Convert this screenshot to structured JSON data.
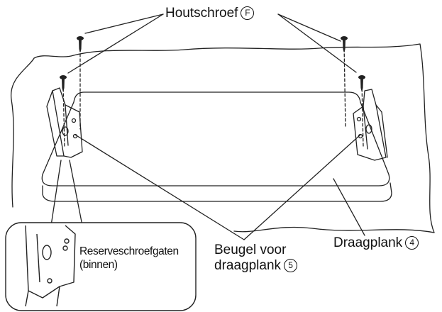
{
  "labels": {
    "screw": {
      "text": "Houtschroef",
      "marker": "F"
    },
    "bracket": {
      "line1": "Beugel voor",
      "line2": "draagplank",
      "marker": "5"
    },
    "shelf": {
      "text": "Draagplank",
      "marker": "4"
    },
    "spare_holes": {
      "line1": "Reserveschroefgaten",
      "line2": "(binnen)"
    }
  }
}
